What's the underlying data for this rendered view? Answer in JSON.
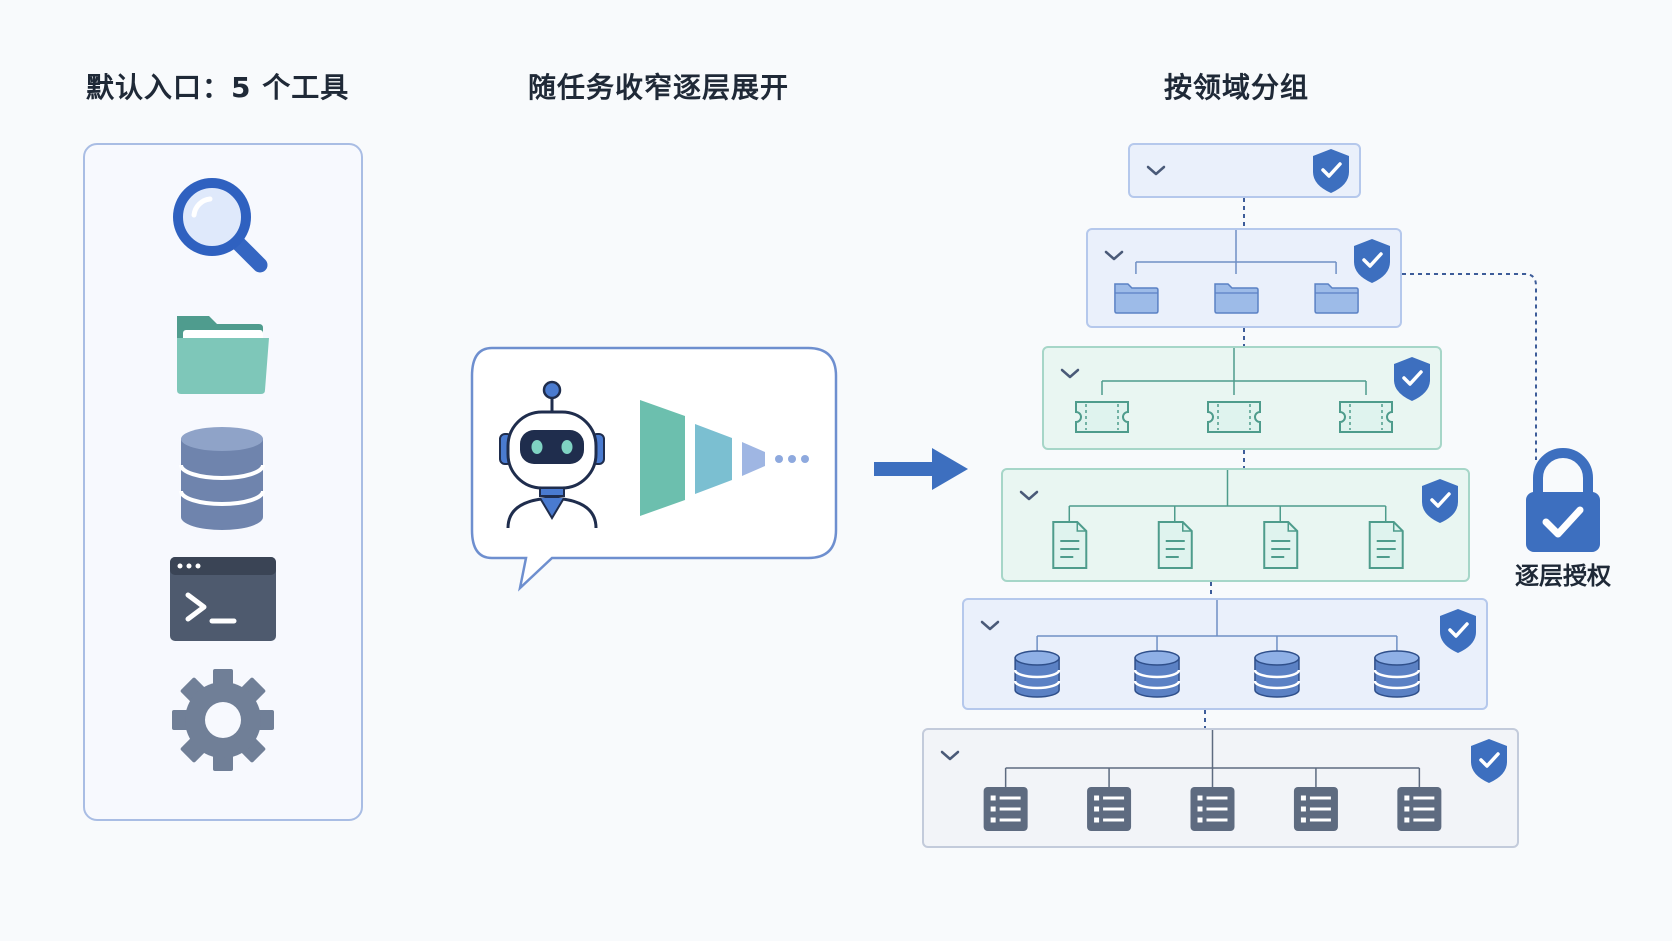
{
  "headings": {
    "left": "默认入口：5 个工具",
    "middle": "随任务收窄逐层展开",
    "right": "按领域分组"
  },
  "tools": [
    "search-icon",
    "folder-icon",
    "database-icon",
    "terminal-icon",
    "gear-icon"
  ],
  "tiers": [
    {
      "theme": "blue",
      "child_icon": "none",
      "child_count": 0
    },
    {
      "theme": "blue",
      "child_icon": "folder-icon",
      "child_count": 3
    },
    {
      "theme": "teal",
      "child_icon": "ticket-icon",
      "child_count": 3
    },
    {
      "theme": "teal",
      "child_icon": "document-icon",
      "child_count": 4
    },
    {
      "theme": "blue",
      "child_icon": "database-icon",
      "child_count": 4
    },
    {
      "theme": "slate",
      "child_icon": "list-icon",
      "child_count": 5
    }
  ],
  "lock": {
    "label": "逐层授权"
  },
  "colors": {
    "primary_blue": "#3d6fbf",
    "teal": "#6cbfae",
    "slate": "#5e6b80",
    "navy_text": "#1f2937"
  }
}
